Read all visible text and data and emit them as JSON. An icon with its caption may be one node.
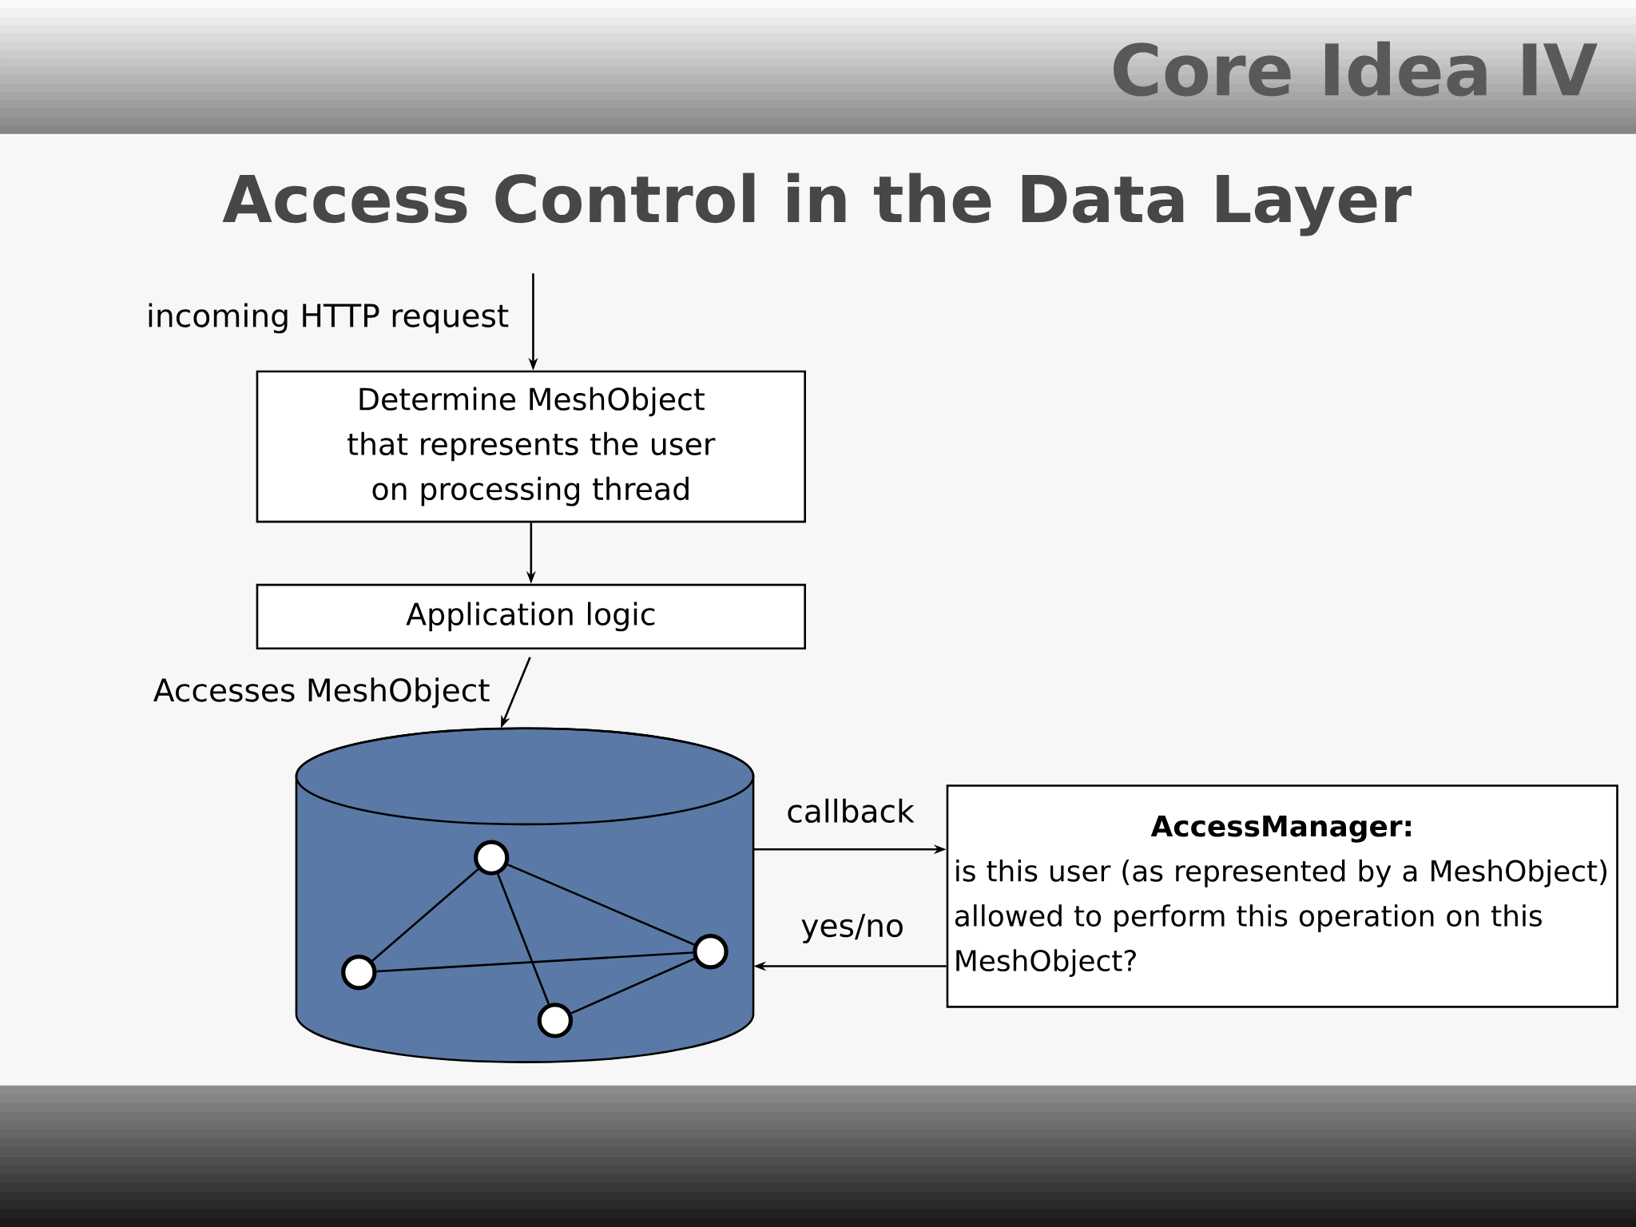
{
  "diagram": {
    "title": "Access Control in the Data Layer",
    "nodes": [
      {
        "text": [
          "Determine MeshObject that represents the user on processing thread"
        ]
      },
      {
        "text": [
          "Application logic"
        ]
      },
      {
        "text": [],
        "shape": "cylinder"
      },
      {
        "text": [],
        "shape": "circle",
        "in": 2
      },
      {
        "text": [],
        "shape": "circle",
        "in": 2
      },
      {
        "text": [],
        "shape": "circle",
        "in": 2
      },
      {
        "text": [],
        "shape": "circle",
        "in": 2
      },
      {
        "text": [
          "AccessManager:",
          "is this user (as represented by a MeshObject) allowed to perform this operation on this MeshObject?"
        ]
      }
    ],
    "edges": [
      {
        "from": null,
        "to": 0,
        "arrow": "to",
        "label": "incoming HTTP request"
      },
      {
        "from": 0,
        "to": 1,
        "arrow": "to"
      },
      {
        "from": 1,
        "to": 2,
        "arrow": "to",
        "label": "Accesses MeshObject"
      },
      {
        "from": 4,
        "to": 3,
        "arrow": "none"
      },
      {
        "from": 4,
        "to": 5,
        "arrow": "none"
      },
      {
        "from": 4,
        "to": 6,
        "arrow": "none"
      },
      {
        "from": 3,
        "to": 6,
        "arrow": "none"
      },
      {
        "from": 6,
        "to": 5,
        "arrow": "none"
      },
      {
        "from": 2,
        "to": 7,
        "arrow": "to",
        "label": "callback"
      },
      {
        "from": 7,
        "to": 2,
        "arrow": "to",
        "label": "yes/no"
      }
    ],
    "labels": [
      "Core Idea IV"
    ]
  }
}
